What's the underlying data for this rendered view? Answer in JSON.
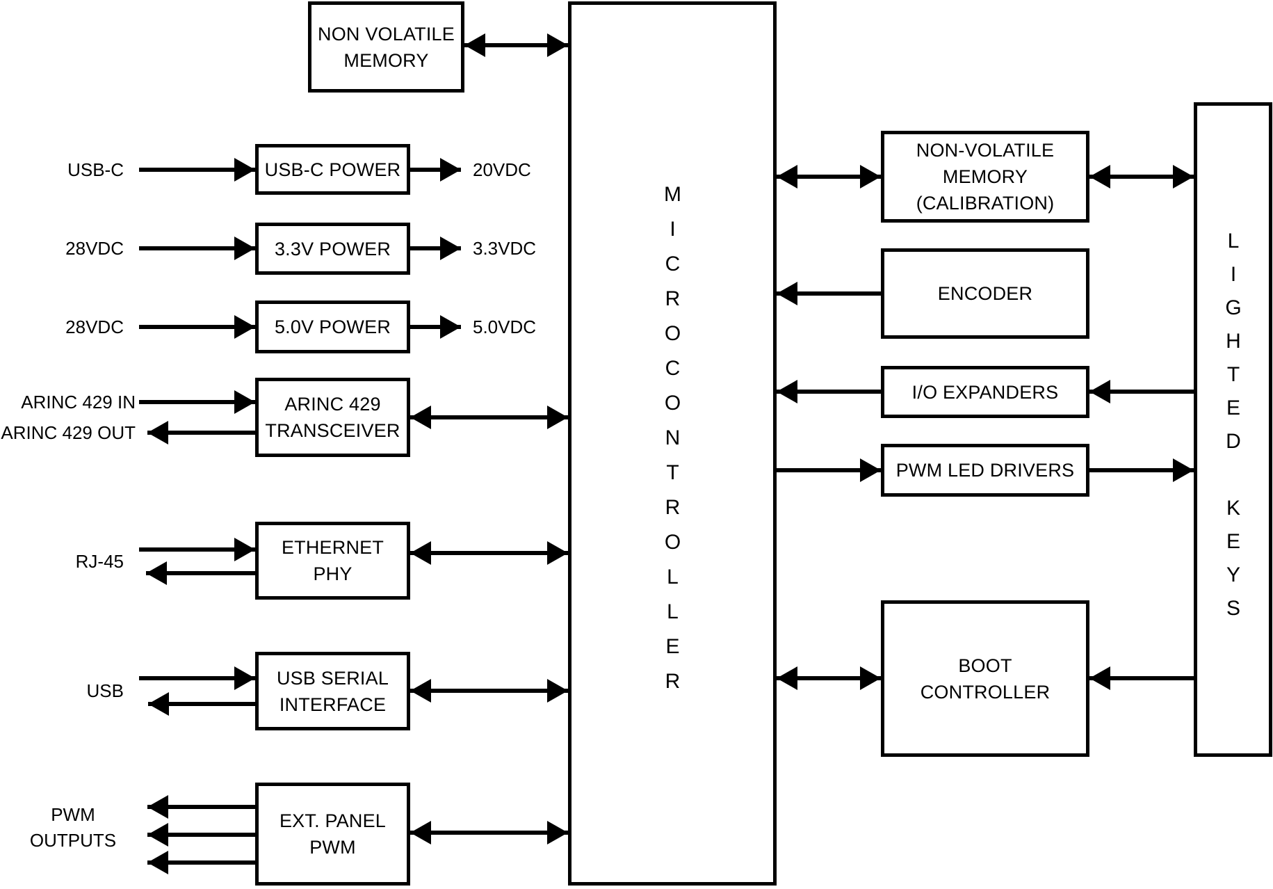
{
  "colors": {
    "line": "#000000",
    "background": "#ffffff"
  },
  "blocks": {
    "nvm_top": {
      "label": "NON VOLATILE MEMORY"
    },
    "usbc_power": {
      "label": "USB-C POWER"
    },
    "power_3v3": {
      "label": "3.3V POWER"
    },
    "power_5v0": {
      "label": "5.0V POWER"
    },
    "arinc_transceiver": {
      "label": "ARINC 429 TRANSCEIVER"
    },
    "ethernet_phy": {
      "label": "ETHERNET PHY"
    },
    "usb_serial": {
      "label": "USB SERIAL INTERFACE"
    },
    "ext_panel_pwm": {
      "label": "EXT. PANEL PWM"
    },
    "microcontroller": {
      "label": "MICROCONTROLLER"
    },
    "nvm_calibration": {
      "label": "NON-VOLATILE MEMORY (CALIBRATION)"
    },
    "encoder": {
      "label": "ENCODER"
    },
    "io_expanders": {
      "label": "I/O EXPANDERS"
    },
    "pwm_led_drivers": {
      "label": "PWM LED DRIVERS"
    },
    "boot_controller": {
      "label": "BOOT CONTROLLER"
    },
    "lighted_keys": {
      "label": "LIGHTED KEYS"
    }
  },
  "io_labels": {
    "usb_c": "USB-C",
    "vdc28_a": "28VDC",
    "vdc28_b": "28VDC",
    "arinc_in": "ARINC 429 IN",
    "arinc_out": "ARINC 429 OUT",
    "rj45": "RJ-45",
    "usb": "USB",
    "pwm_outputs": "PWM OUTPUTS",
    "out_20vdc": "20VDC",
    "out_3v3vdc": "3.3VDC",
    "out_5v0vdc": "5.0VDC"
  },
  "connections": [
    {
      "from": "NON VOLATILE MEMORY",
      "to": "MICROCONTROLLER",
      "type": "bidirectional"
    },
    {
      "from": "USB-C",
      "to": "USB-C POWER",
      "type": "input"
    },
    {
      "from": "USB-C POWER",
      "to": "20VDC",
      "type": "output"
    },
    {
      "from": "28VDC",
      "to": "3.3V POWER",
      "type": "input"
    },
    {
      "from": "3.3V POWER",
      "to": "3.3VDC",
      "type": "output"
    },
    {
      "from": "28VDC",
      "to": "5.0V POWER",
      "type": "input"
    },
    {
      "from": "5.0V POWER",
      "to": "5.0VDC",
      "type": "output"
    },
    {
      "from": "ARINC 429 IN",
      "to": "ARINC 429 TRANSCEIVER",
      "type": "input"
    },
    {
      "from": "ARINC 429 TRANSCEIVER",
      "to": "ARINC 429 OUT",
      "type": "output"
    },
    {
      "from": "ARINC 429 TRANSCEIVER",
      "to": "MICROCONTROLLER",
      "type": "bidirectional"
    },
    {
      "from": "RJ-45",
      "to": "ETHERNET PHY",
      "type": "input"
    },
    {
      "from": "ETHERNET PHY",
      "to": "RJ-45",
      "type": "output"
    },
    {
      "from": "ETHERNET PHY",
      "to": "MICROCONTROLLER",
      "type": "bidirectional"
    },
    {
      "from": "USB",
      "to": "USB SERIAL INTERFACE",
      "type": "input"
    },
    {
      "from": "USB SERIAL INTERFACE",
      "to": "USB",
      "type": "output"
    },
    {
      "from": "USB SERIAL INTERFACE",
      "to": "MICROCONTROLLER",
      "type": "bidirectional"
    },
    {
      "from": "EXT. PANEL PWM",
      "to": "PWM OUTPUTS",
      "type": "output",
      "count": 3
    },
    {
      "from": "EXT. PANEL PWM",
      "to": "MICROCONTROLLER",
      "type": "bidirectional"
    },
    {
      "from": "MICROCONTROLLER",
      "to": "NON-VOLATILE MEMORY (CALIBRATION)",
      "type": "bidirectional"
    },
    {
      "from": "NON-VOLATILE MEMORY (CALIBRATION)",
      "to": "LIGHTED KEYS",
      "type": "bidirectional"
    },
    {
      "from": "ENCODER",
      "to": "MICROCONTROLLER",
      "type": "output"
    },
    {
      "from": "I/O EXPANDERS",
      "to": "MICROCONTROLLER",
      "type": "output"
    },
    {
      "from": "LIGHTED KEYS",
      "to": "I/O EXPANDERS",
      "type": "output"
    },
    {
      "from": "MICROCONTROLLER",
      "to": "PWM LED DRIVERS",
      "type": "output"
    },
    {
      "from": "PWM LED DRIVERS",
      "to": "LIGHTED KEYS",
      "type": "output"
    },
    {
      "from": "MICROCONTROLLER",
      "to": "BOOT CONTROLLER",
      "type": "bidirectional"
    },
    {
      "from": "LIGHTED KEYS",
      "to": "BOOT CONTROLLER",
      "type": "output"
    }
  ]
}
